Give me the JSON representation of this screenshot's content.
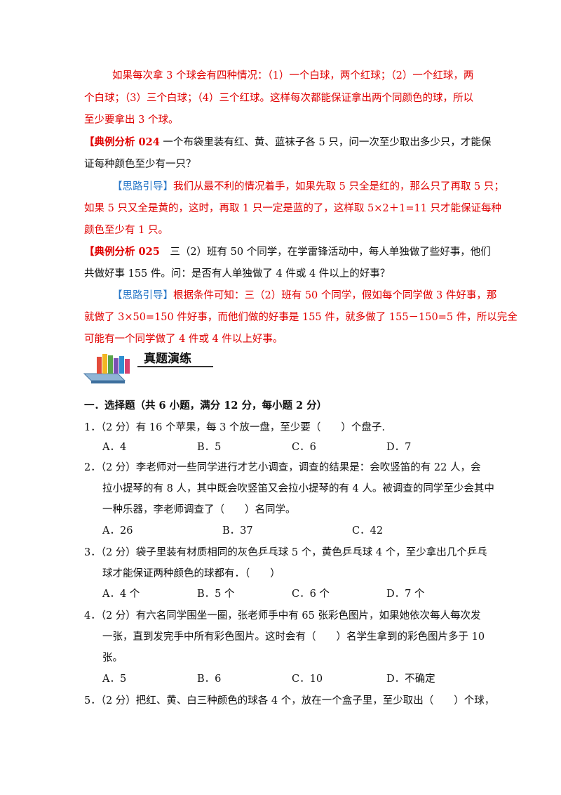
{
  "intro": {
    "line1": "如果每次拿 3 个球会有四种情况：（1）一个白球，两个红球；（2）一个红球，两",
    "line2": "个白球；（3）三个白球；（4）三个红球。这样每次都能保证拿出两个同颜色的球，所以",
    "line3": "至少要拿出 3 个球。"
  },
  "ex024": {
    "tag": "【典例分析 024",
    "q1": " 一个布袋里装有红、黄、蓝袜子各 5 只，问一次至少取出多少只，才能保",
    "q2": "证每种颜色至少有一只？",
    "hint_tag": "【思路引导】",
    "h1": "我们从最不利的情况着手，如果先取 5 只全是红的，那么只了再取 5 只；",
    "h2": "如果 5 只又全是黄的，这时，再取 1 只一定是蓝的了，这样取 5×2＋1=11 只才能保证每种",
    "h3": "颜色至少有 1 只。"
  },
  "ex025": {
    "tag": "【典例分析 025",
    "q1": "　三（2）班有 50 个同学，在学雷锋活动中，每人单独做了些好事，他们",
    "q2": "共做好事 155 件。问：是否有人单独做了 4 件或 4 件以上的好事？",
    "hint_tag": "【思路引导】",
    "h1": "根据条件可知：三（2）班有 50 个同学，假如每个同学做 3 件好事，那",
    "h2": "就做了 3×50=150 件好事，而他们做的好事是 155 件，就多做了 155－150=5 件，所以完全",
    "h3": "可能有一个同学做了 4 件或 4 件以上好事。"
  },
  "section_title": "真题演练",
  "part_title": "一．选择题（共 6 小题，满分 12 分，每小题 2 分）",
  "questions": [
    {
      "lines": [
        "1．（2 分）有 16 个苹果，每 3  个放一盘，至少要（　　）个盘子."
      ],
      "options": [
        "A．4",
        "B．5",
        "C．6",
        "D．7"
      ]
    },
    {
      "lines": [
        "2．（2 分）李老师对一些同学进行才艺小调查，调查的结果是：会吹竖笛的有 22 人，会",
        "拉小提琴的有 8 人，其中既会吹竖笛又会拉小提琴的有 4 人。被调查的同学至少会其中",
        "一种乐器，李老师调查了（　　）名同学。"
      ],
      "options": [
        "A．26",
        "B．37",
        "C．42"
      ]
    },
    {
      "lines": [
        "3．（2 分）袋子里装有材质相同的灰色乒乓球 5 个，黄色乒乓球 4 个，至少拿出几个乒乓",
        "球才能保证两种颜色的球都有．（　　）"
      ],
      "options": [
        "A．4 个",
        "B．5 个",
        "C．6 个",
        "D．7 个"
      ]
    },
    {
      "lines": [
        "4．（2 分）有六名同学围坐一圈，张老师手中有 65 张彩色图片，如果她依次每人每次发",
        "一张，直到发完手中所有彩色图片。这时会有（　　）名学生拿到的彩色图片多于 10",
        "张。"
      ],
      "options": [
        "A．5",
        "B．6",
        "C．10",
        "D．不确定"
      ]
    },
    {
      "lines": [
        "5．（2 分）把红、黄、白三种颜色的球各 4 个，放在一个盒子里，至少取出（　　）个球，"
      ],
      "options": []
    }
  ]
}
